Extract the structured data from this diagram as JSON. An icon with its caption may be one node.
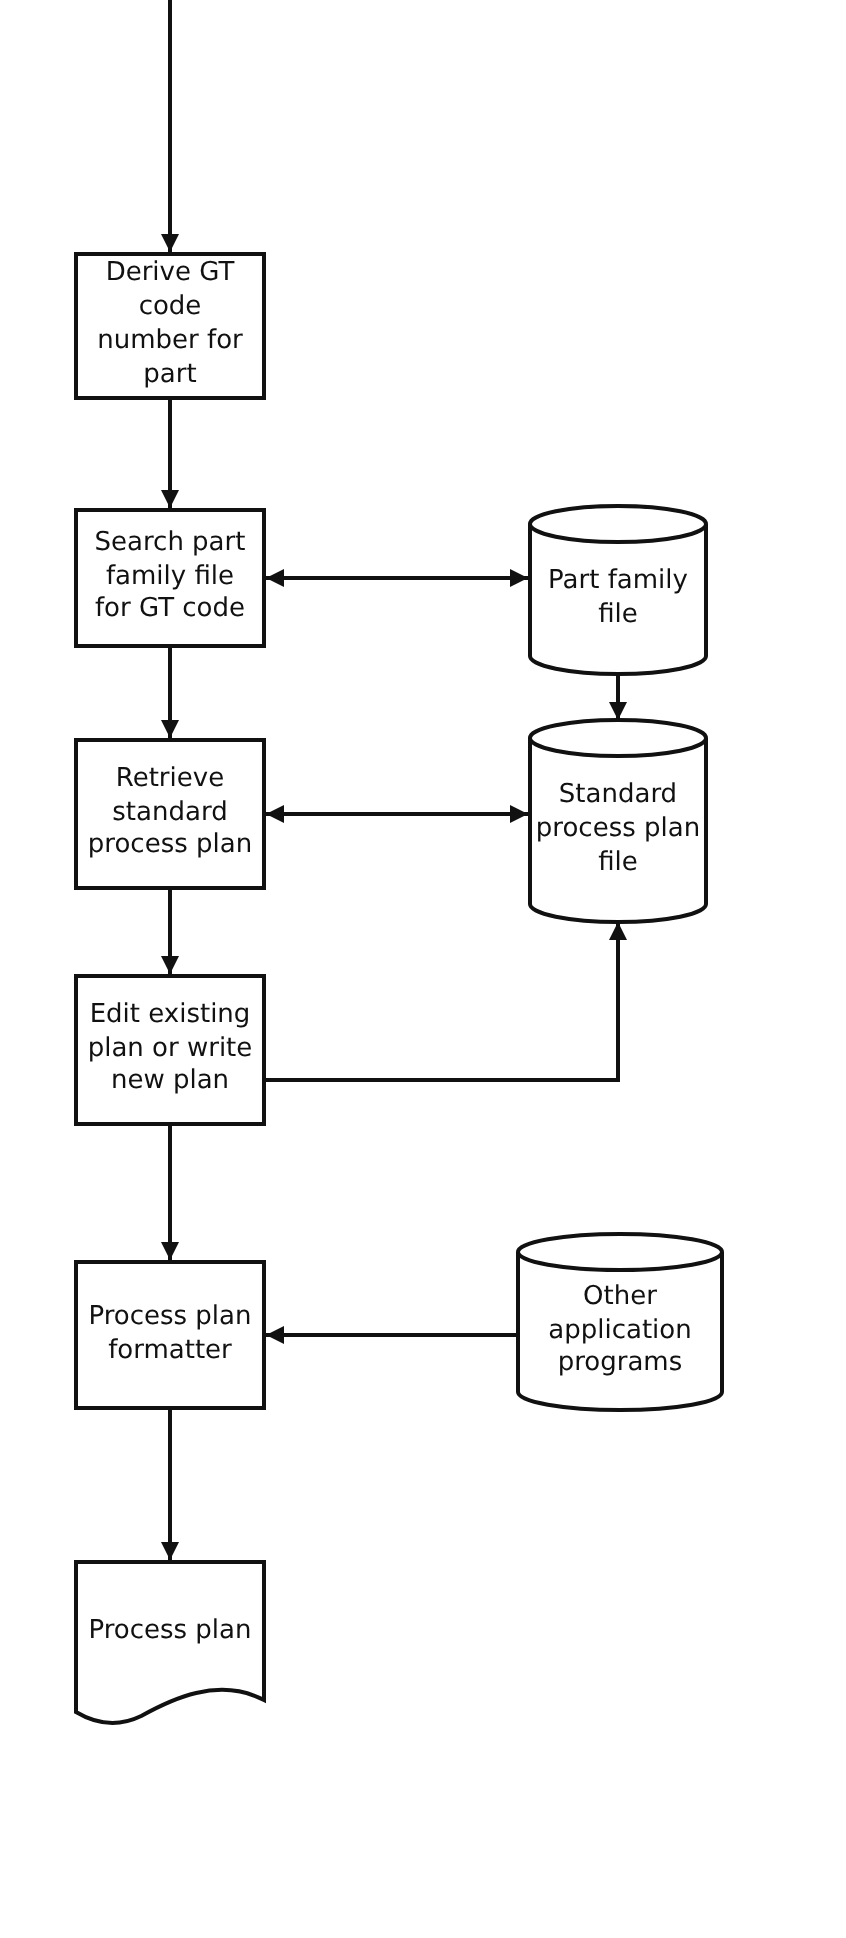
{
  "diagram": {
    "nodes": [
      {
        "text": [
          "Derive GT code number for part"
        ]
      },
      {
        "text": [
          "Search part family file for GT code"
        ]
      },
      {
        "text": [
          "Part family file"
        ]
      },
      {
        "text": [
          "Retrieve standard process plan"
        ]
      },
      {
        "text": [
          "Standard process plan file"
        ]
      },
      {
        "text": [
          "Edit existing plan or write new plan"
        ]
      },
      {
        "text": [
          "Process plan formatter"
        ]
      },
      {
        "text": [
          "Other application programs"
        ]
      },
      {
        "text": [
          "Process plan"
        ]
      }
    ],
    "edges": [
      {
        "from": null,
        "to": 0,
        "arrow": "to"
      },
      {
        "from": 0,
        "to": 1,
        "arrow": "to"
      },
      {
        "from": 1,
        "to": 3,
        "arrow": "to"
      },
      {
        "from": 3,
        "to": 5,
        "arrow": "to"
      },
      {
        "from": 5,
        "to": 6,
        "arrow": "to"
      },
      {
        "from": 6,
        "to": 8,
        "arrow": "to"
      },
      {
        "from": 1,
        "to": 2,
        "arrow": "both"
      },
      {
        "from": 2,
        "to": 4,
        "arrow": "to"
      },
      {
        "from": 3,
        "to": 4,
        "arrow": "both"
      },
      {
        "from": 5,
        "to": 4,
        "arrow": "to"
      },
      {
        "from": 7,
        "to": 6,
        "arrow": "to"
      }
    ]
  }
}
